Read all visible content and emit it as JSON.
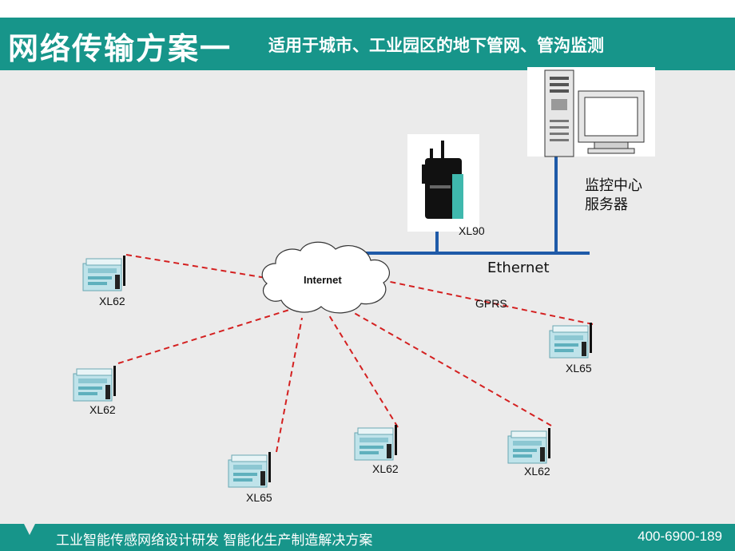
{
  "header": {
    "title": "网络传输方案一",
    "subtitle": "适用于城市、工业园区的地下管网、管沟监测"
  },
  "diagram": {
    "cloud_label": "Internet",
    "ethernet_label": "Ethernet",
    "gprs_label": "GPRS",
    "gateway_label": "XL90",
    "server_label_line1": "监控中心",
    "server_label_line2": "服务器",
    "nodes": [
      {
        "id": "n1",
        "label": "XL62"
      },
      {
        "id": "n2",
        "label": "XL62"
      },
      {
        "id": "n3",
        "label": "XL65"
      },
      {
        "id": "n4",
        "label": "XL62"
      },
      {
        "id": "n5",
        "label": "XL62"
      },
      {
        "id": "n6",
        "label": "XL65"
      }
    ]
  },
  "footer": {
    "tagline": "工业智能传感网络设计研发   智能化生产制造解决方案",
    "phone": "400-6900-189"
  },
  "colors": {
    "brand": "#17958a",
    "link_dashed": "#d42020",
    "ethernet": "#1e5aa8"
  }
}
